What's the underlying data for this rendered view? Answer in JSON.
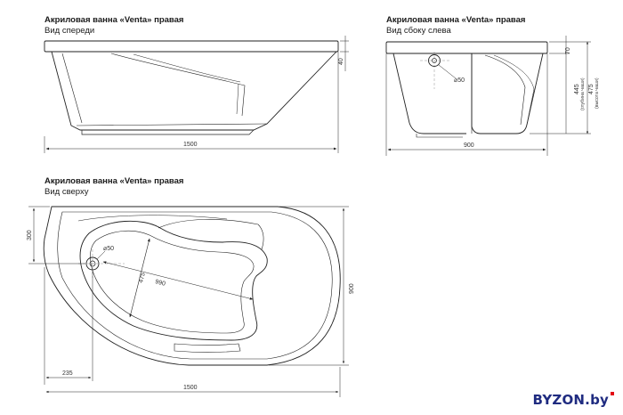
{
  "front": {
    "title": "Акриловая ванна «Venta» правая",
    "subtitle": "Вид спереди",
    "dim_length": "1500",
    "dim_rim": "40"
  },
  "side": {
    "title": "Акриловая ванна «Venta» правая",
    "subtitle": "Вид сбоку слева",
    "dim_width": "900",
    "dim_rim": "70",
    "dim_depth": "445",
    "dim_depth_note": "(глубина чаши)",
    "dim_height": "475",
    "dim_height_note": "(высота чаши)",
    "drain": "⌀50"
  },
  "top": {
    "title": "Акриловая ванна «Venta» правая",
    "subtitle": "Вид сверху",
    "dim_length": "1500",
    "dim_width": "900",
    "dim_300": "300",
    "dim_235": "235",
    "dim_990": "990",
    "dim_475": "475",
    "drain": "⌀50"
  },
  "brand": {
    "text": "BYZON.by"
  },
  "colors": {
    "line": "#222222",
    "brand": "#1f2b80",
    "brand_dot": "#e30613"
  }
}
